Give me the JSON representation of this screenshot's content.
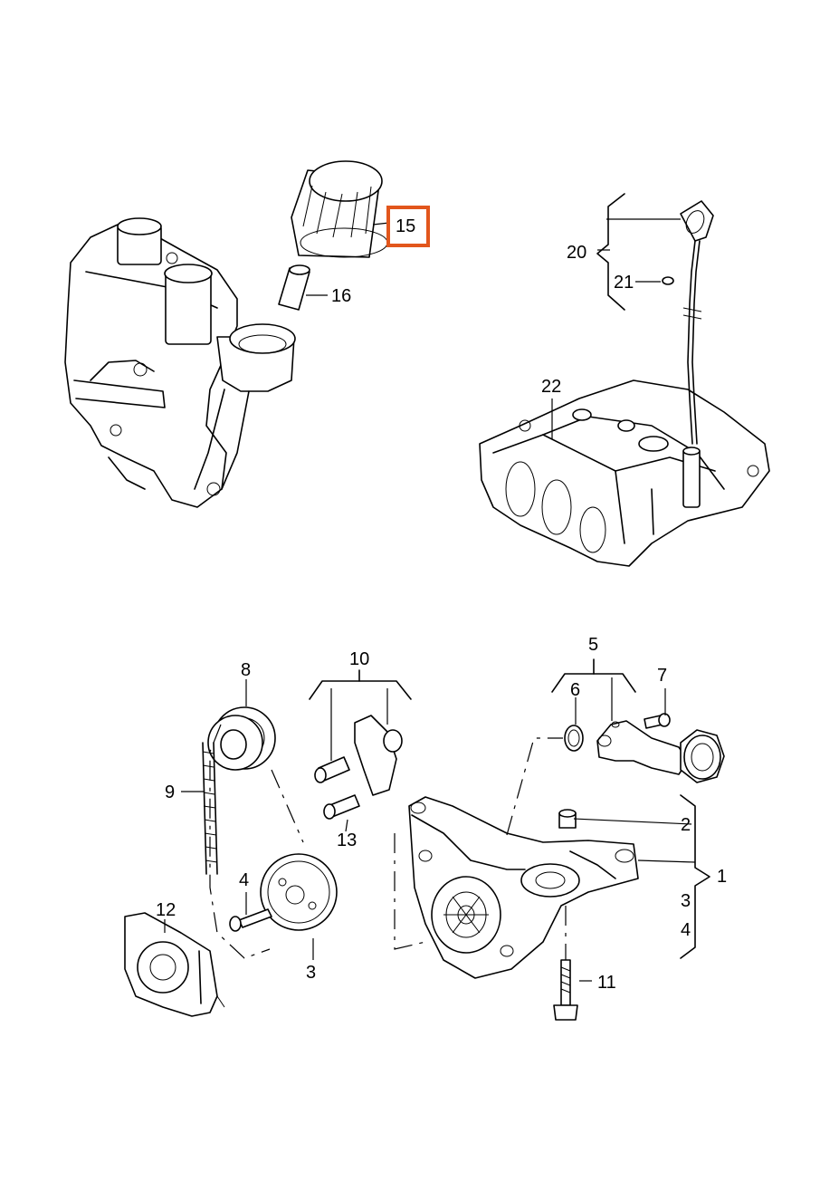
{
  "highlight_color": "#e2561c",
  "callouts": {
    "c1": "1",
    "c2": "2",
    "c3a": "3",
    "c3b": "3",
    "c4a": "4",
    "c4b": "4",
    "c5": "5",
    "c6": "6",
    "c7": "7",
    "c8": "8",
    "c9": "9",
    "c10": "10",
    "c11": "11",
    "c12": "12",
    "c13": "13",
    "c15": "15",
    "c16": "16",
    "c20": "20",
    "c21": "21",
    "c22": "22"
  }
}
